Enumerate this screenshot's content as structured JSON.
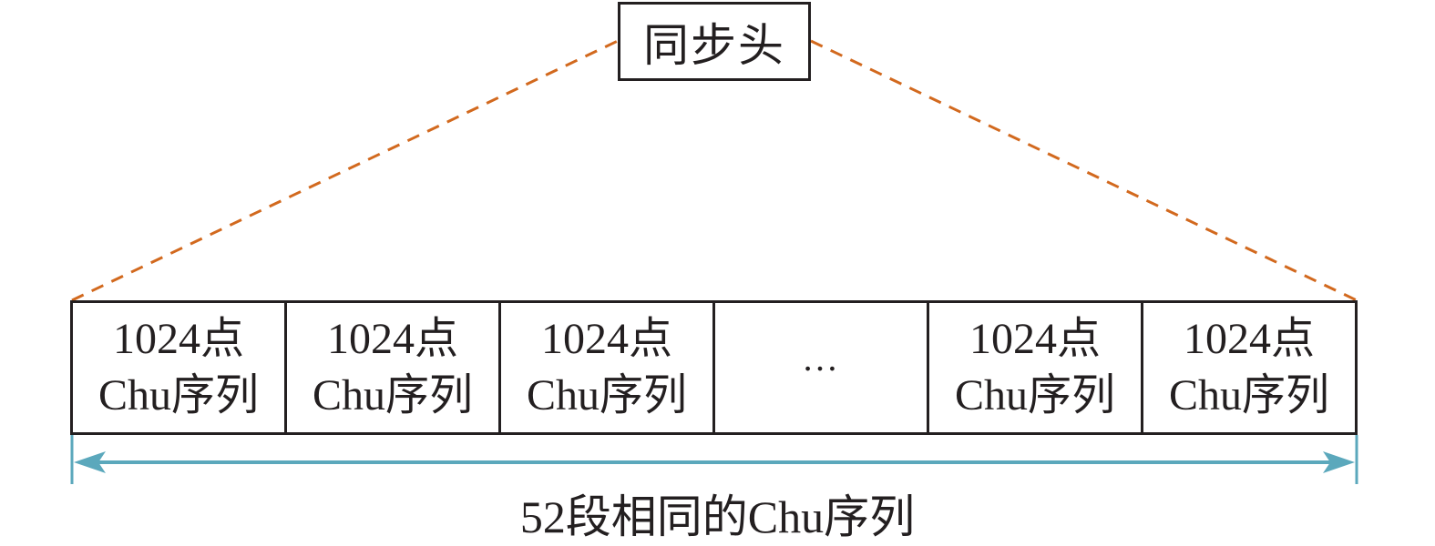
{
  "header": {
    "label": "同步头"
  },
  "segments": [
    {
      "line1": "1024点",
      "line2": "Chu序列"
    },
    {
      "line1": "1024点",
      "line2": "Chu序列"
    },
    {
      "line1": "1024点",
      "line2": "Chu序列"
    },
    {
      "ellipsis": "…"
    },
    {
      "line1": "1024点",
      "line2": "Chu序列"
    },
    {
      "line1": "1024点",
      "line2": "Chu序列"
    }
  ],
  "span": {
    "label": "52段相同的Chu序列"
  },
  "colors": {
    "dashed_line": "#d2691e",
    "arrow": "#5ba8bc",
    "stroke": "#231f20"
  }
}
